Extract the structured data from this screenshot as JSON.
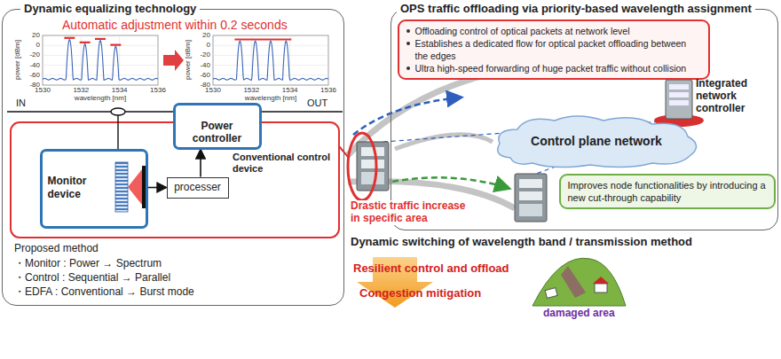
{
  "diagram": {
    "nodes": [
      {
        "text": [
          "Dynamic equalizing technology"
        ]
      },
      {
        "text": [
          "Power controller"
        ],
        "in": 0
      },
      {
        "text": [
          "Monitor device"
        ],
        "in": 0
      },
      {
        "text": [
          "processer"
        ],
        "in": 0
      },
      {
        "text": [
          "OPS traffic offloading via priority-based wavelength assignment"
        ]
      },
      {
        "text": [
          "Offloading control of optical packets at network level",
          "Establishes a dedicated flow for optical packet offloading between the edges",
          "Ultra high-speed forwarding of huge packet traffic without collision"
        ],
        "in": 4
      },
      {
        "text": [
          "Control plane network"
        ],
        "in": 4
      },
      {
        "text": [
          "Improves node functionalities by introducing a new cut-through capability"
        ],
        "in": 4
      }
    ],
    "edges": [
      {
        "from": 2,
        "to": 3,
        "arrow": "to"
      },
      {
        "from": 3,
        "to": 1,
        "arrow": "to"
      }
    ],
    "labels": [
      "Automatic adjustment within 0.2 seconds",
      "20",
      "0",
      "-20",
      "-40",
      "-60",
      "-80",
      "1530",
      "1532",
      "1534",
      "1536",
      "power [dBm]",
      "wavelength [nm]",
      "20",
      "0",
      "-20",
      "-40",
      "-60",
      "-80",
      "1530",
      "1532",
      "1534",
      "1536",
      "power [dBm]",
      "wavelength [nm]",
      "IN",
      "OUT",
      "Conventional control device",
      "Proposed method",
      "・Monitor : Power → Spectrum",
      "・Control : Sequential → Parallel",
      "・EDFA : Conventional → Burst mode",
      "Integrated network controller",
      "Drastic traffic increase in specific area",
      "Dynamic switching of wavelength band / transmission method",
      "Resilient control and offload",
      "Congestion mitigation",
      "damaged area"
    ]
  }
}
